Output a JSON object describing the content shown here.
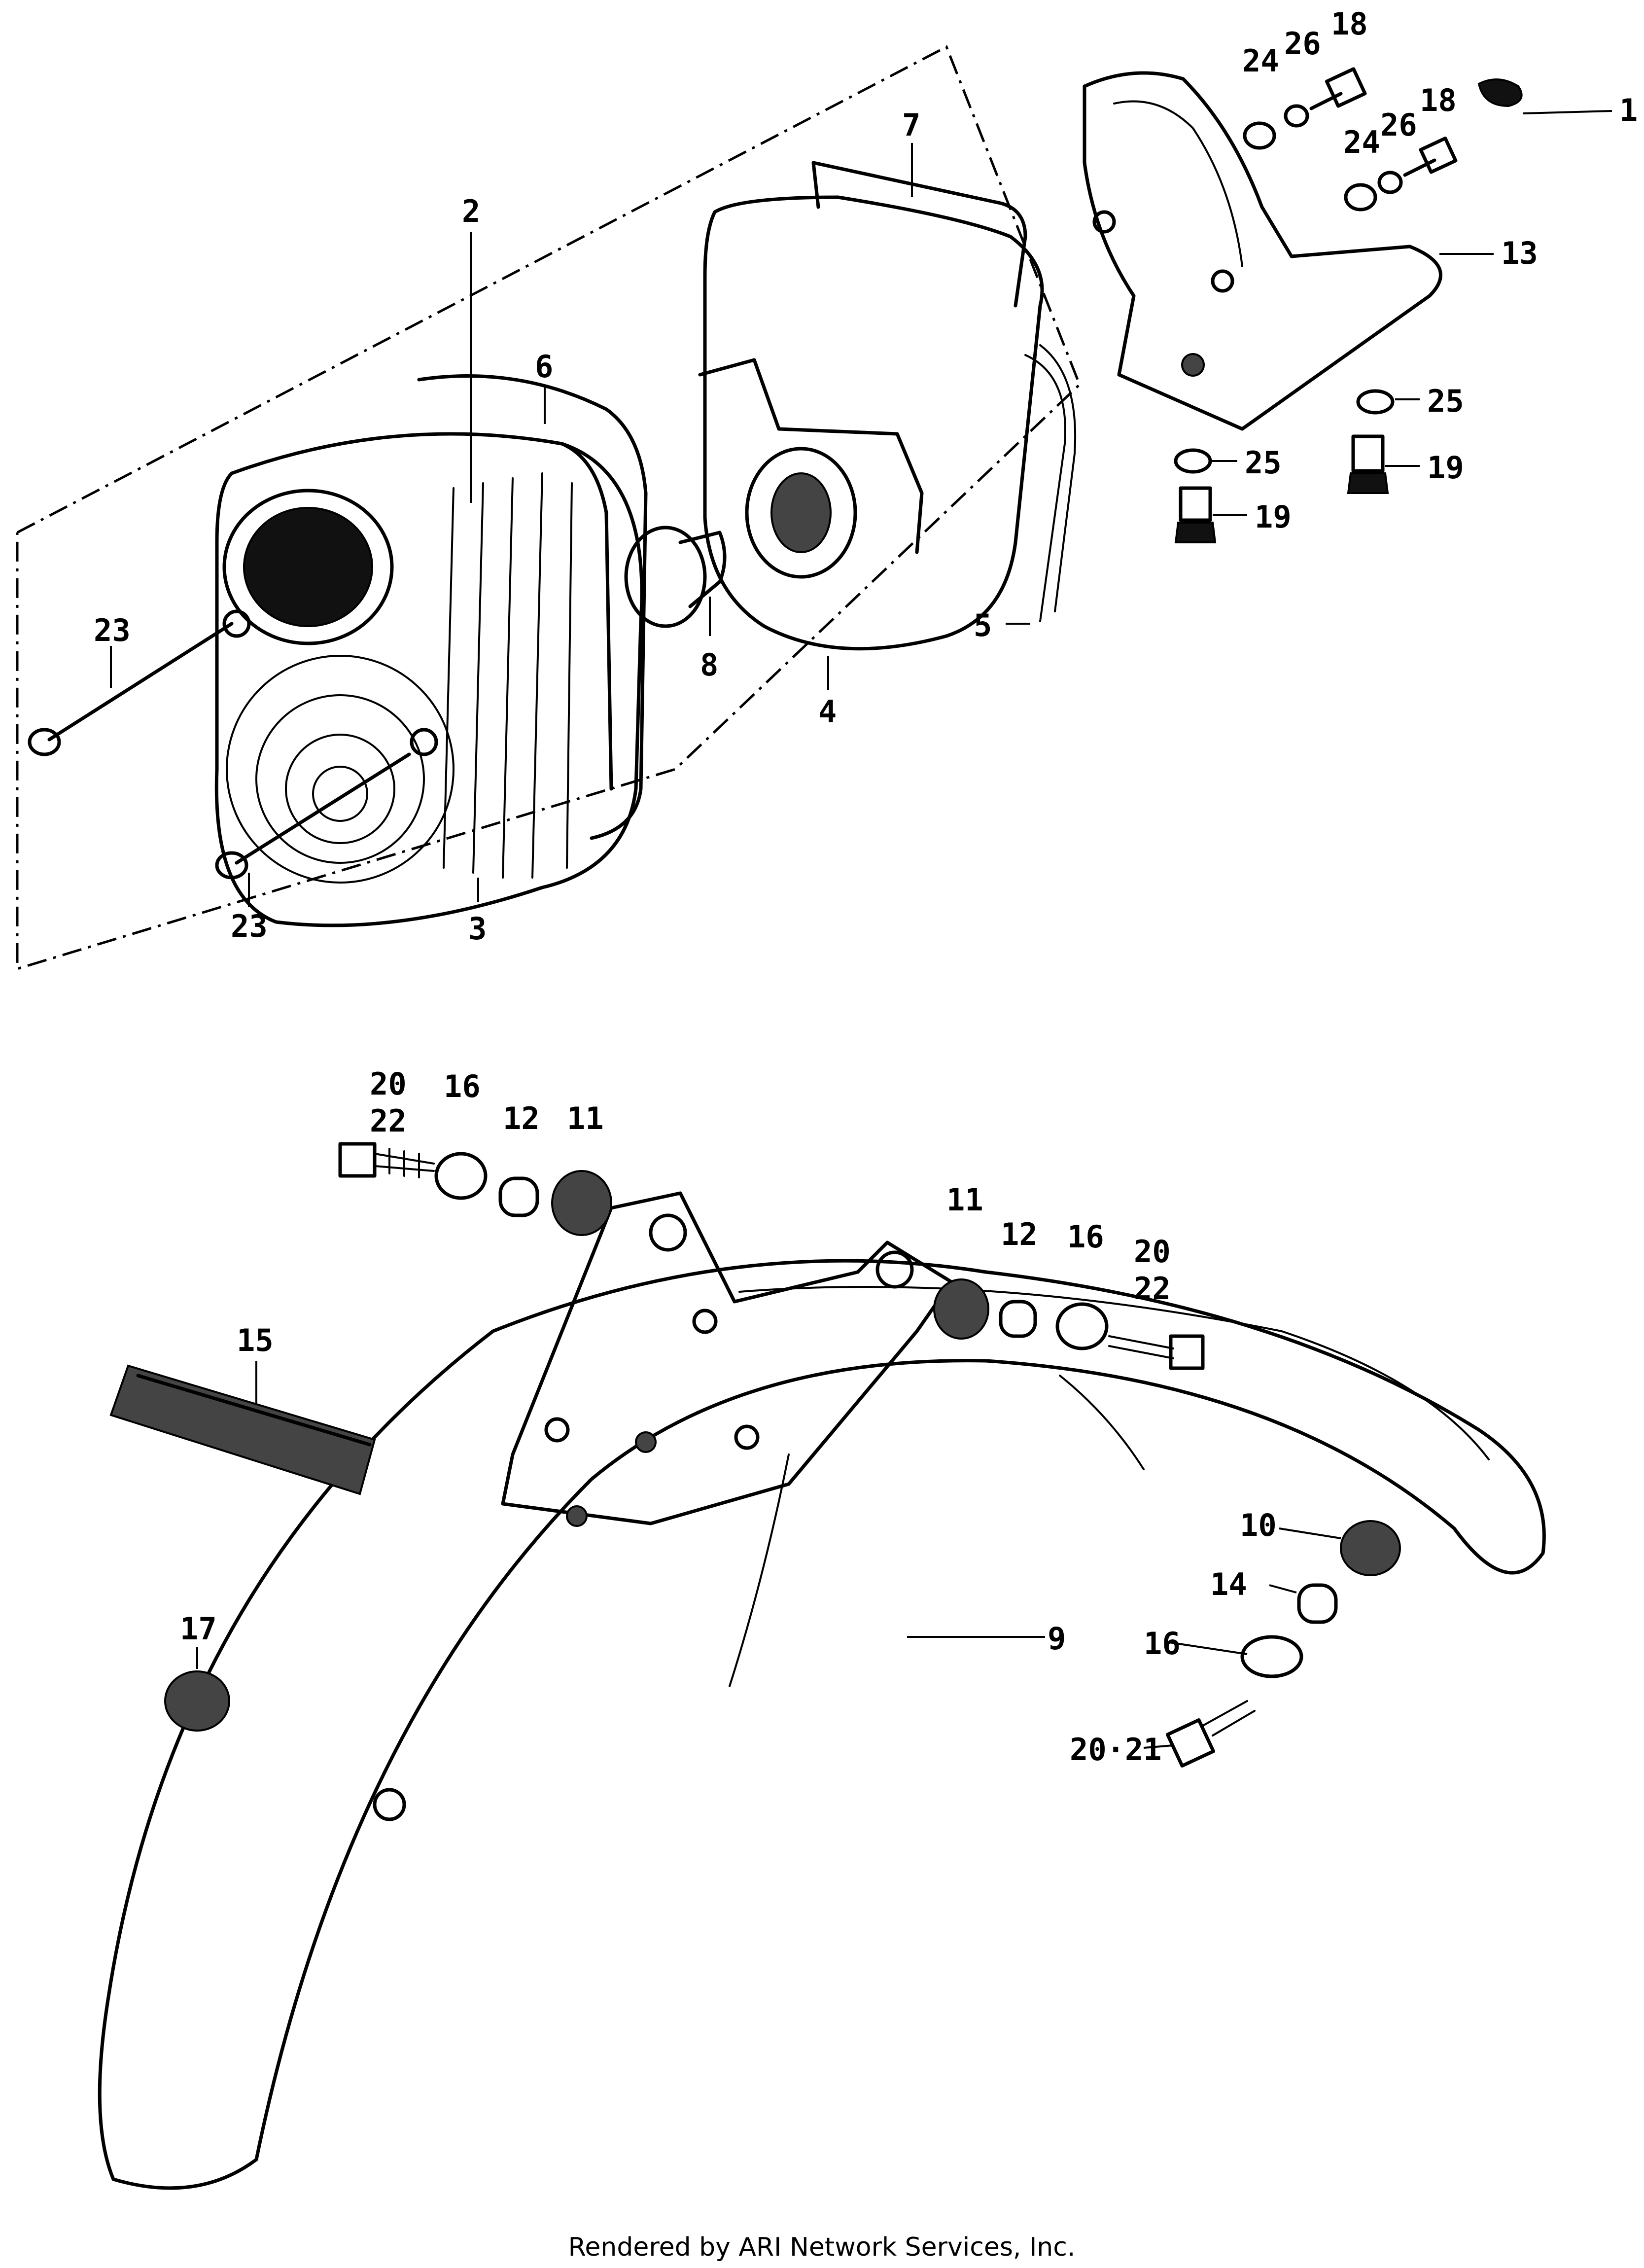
{
  "footer": {
    "text": "Rendered by ARI Network Services, Inc."
  },
  "callouts": {
    "c1": "1",
    "c2": "2",
    "c3": "3",
    "c4": "4",
    "c5": "5",
    "c6": "6",
    "c7": "7",
    "c8": "8",
    "c9": "9",
    "c10": "10",
    "c11a": "11",
    "c11b": "11",
    "c12a": "12",
    "c12b": "12",
    "c13": "13",
    "c14": "14",
    "c15": "15",
    "c16a": "16",
    "c16b": "16",
    "c16c": "16",
    "c17": "17",
    "c18a": "18",
    "c18b": "18",
    "c19a": "19",
    "c19b": "19",
    "c20a": "20",
    "c20b": "20",
    "c20_21": "20·21",
    "c22a": "22",
    "c22b": "22",
    "c23a": "23",
    "c23b": "23",
    "c24a": "24",
    "c24b": "24",
    "c25a": "25",
    "c25b": "25",
    "c26a": "26",
    "c26b": "26"
  },
  "colors": {
    "ink": "#000000",
    "paper": "#ffffff"
  }
}
